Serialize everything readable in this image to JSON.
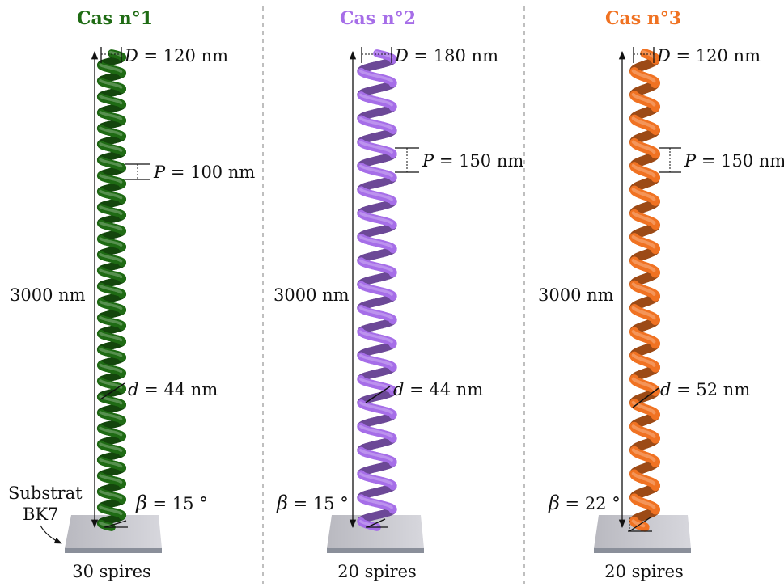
{
  "substrate_label": [
    "Substrat",
    "BK7"
  ],
  "cases": [
    {
      "title": "Cas n°1",
      "color": "#1f6b14",
      "height_label": "3000 nm",
      "D_label": " = 120 nm",
      "P_label": " = 100 nm",
      "d_label": " = 44 nm",
      "beta_label": " = 15 °",
      "turns_label": "30 spires",
      "helix": {
        "diameter_nm": 120,
        "pitch_nm": 100,
        "wire_nm": 44,
        "turns": 30,
        "beta_deg": 15,
        "height_nm": 3000
      }
    },
    {
      "title": "Cas n°2",
      "color": "#a66ee8",
      "height_label": "3000 nm",
      "D_label": " = 180 nm",
      "P_label": " = 150 nm",
      "d_label": " = 44 nm",
      "beta_label": " = 15 °",
      "turns_label": "20 spires",
      "helix": {
        "diameter_nm": 180,
        "pitch_nm": 150,
        "wire_nm": 44,
        "turns": 20,
        "beta_deg": 15,
        "height_nm": 3000
      }
    },
    {
      "title": "Cas n°3",
      "color": "#f07222",
      "height_label": "3000 nm",
      "D_label": " = 120 nm",
      "P_label": " = 150 nm",
      "d_label": " = 52 nm",
      "beta_label": " = 22 °",
      "turns_label": "20 spires",
      "helix": {
        "diameter_nm": 120,
        "pitch_nm": 150,
        "wire_nm": 52,
        "turns": 20,
        "beta_deg": 22,
        "height_nm": 3000
      }
    }
  ]
}
